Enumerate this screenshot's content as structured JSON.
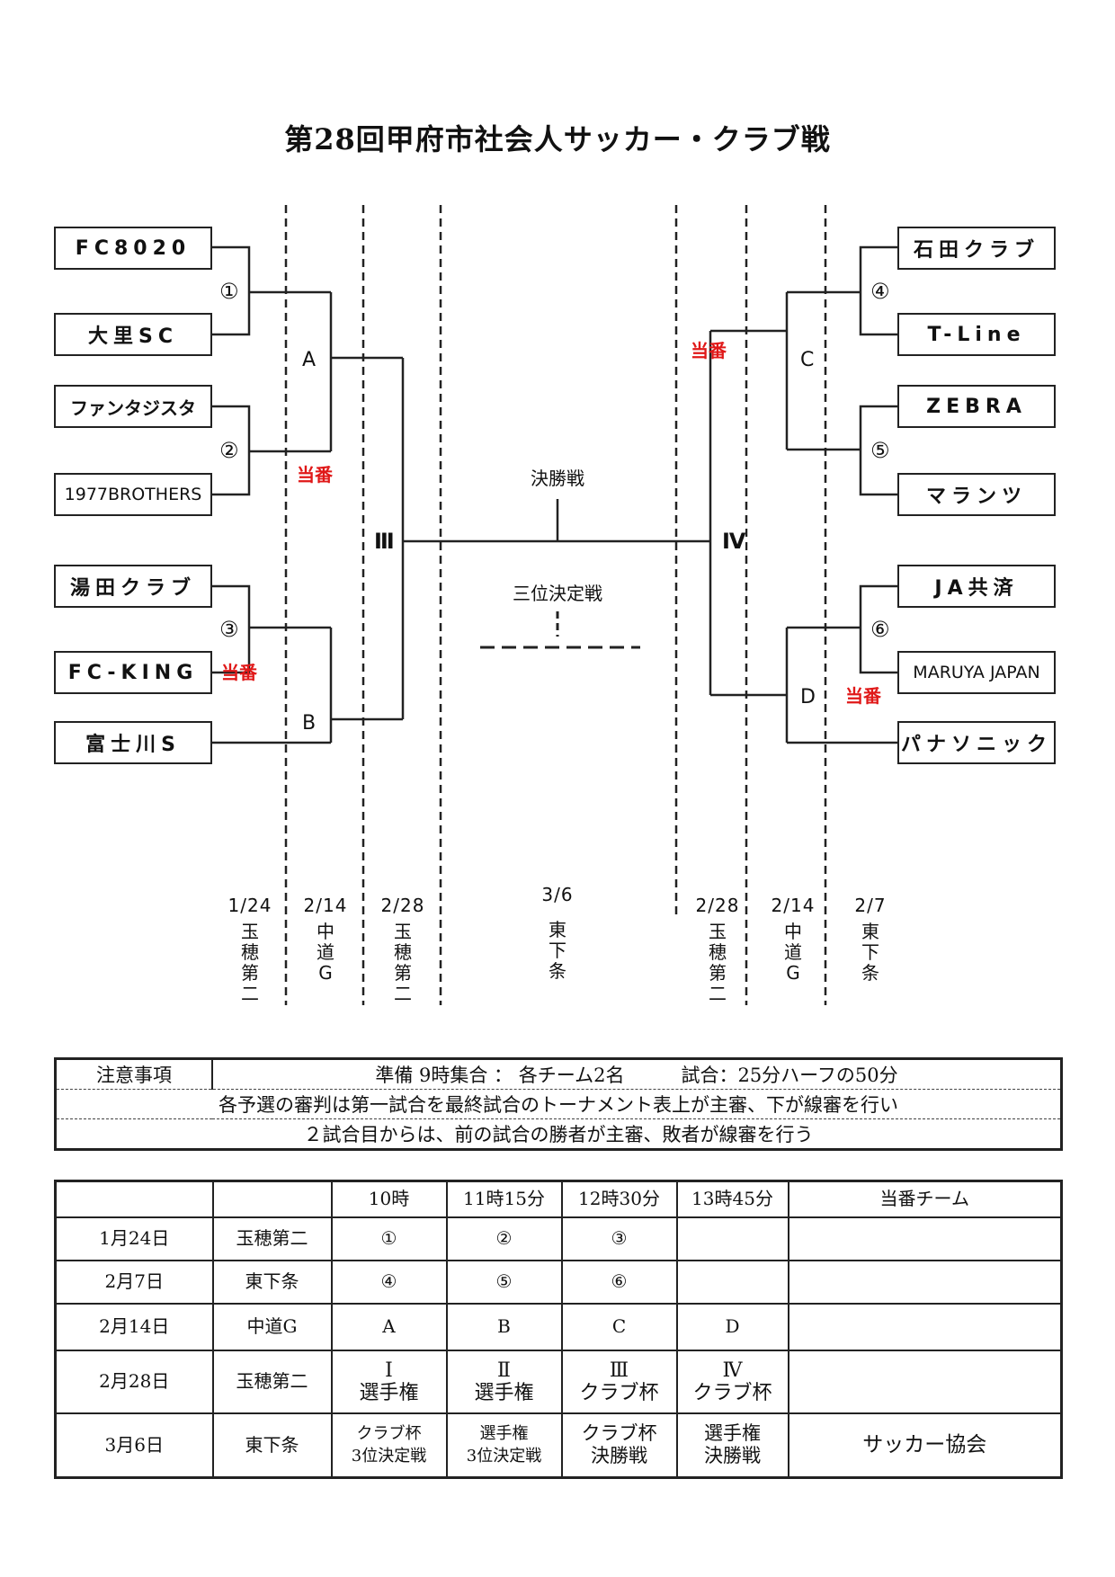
{
  "title": "第28回甲府市社会人サッカー・クラブ戦",
  "teams_left": [
    "FC8020",
    "大里SC",
    "ファンタジスタ",
    "1977BROTHERS",
    "湯田クラブ",
    "FC-KING",
    "富士川S"
  ],
  "teams_right": [
    "石田クラブ",
    "T-Line",
    "ZEBRA",
    "マランツ",
    "JA共済",
    "MARUYA JAPAN",
    "パナソニック"
  ],
  "match_marks": [
    "①",
    "②",
    "③",
    "④",
    "⑤",
    "⑥"
  ],
  "round_labels": {
    "A": "A",
    "B": "B",
    "C": "C",
    "D": "D",
    "III": "Ⅲ",
    "IV": "Ⅳ"
  },
  "duty_label": "当番",
  "final_label": "決勝戦",
  "third_place_label": "三位決定戦",
  "schedule_columns": [
    {
      "date": "1/24",
      "venue": "玉穂第二"
    },
    {
      "date": "2/14",
      "venue": "中道G"
    },
    {
      "date": "2/28",
      "venue": "玉穂第二"
    },
    {
      "date": "3/6",
      "venue": "東下条"
    },
    {
      "date": "2/28",
      "venue": "玉穂第二"
    },
    {
      "date": "2/14",
      "venue": "中道G"
    },
    {
      "date": "2/7",
      "venue": "東下条"
    }
  ],
  "notes": {
    "header": "注意事項",
    "line1": "準備 9時集合 ： 各チーム2名　　　試合：25分ハーフの50分",
    "line2": "各予選の審判は第一試合を最終試合のトーナメント表上が主審、下が線審を行い",
    "line3": "２試合目からは、前の試合の勝者が主審、敗者が線審を行う"
  },
  "schedule_table": {
    "headers": [
      "",
      "",
      "10時",
      "11時15分",
      "12時30分",
      "13時45分",
      "当番チーム"
    ],
    "rows": [
      [
        "1月24日",
        "玉穂第二",
        "①",
        "②",
        "③",
        "",
        ""
      ],
      [
        "2月7日",
        "東下条",
        "④",
        "⑤",
        "⑥",
        "",
        ""
      ],
      [
        "2月14日",
        "中道G",
        "A",
        "B",
        "C",
        "D",
        ""
      ],
      [
        "2月28日",
        "玉穂第二",
        "Ⅰ\n選手権",
        "Ⅱ\n選手権",
        "Ⅲ\nクラブ杯",
        "Ⅳ\nクラブ杯",
        ""
      ],
      [
        "3月6日",
        "東下条",
        "クラブ杯\n3位決定戦",
        "選手権\n3位決定戦",
        "クラブ杯\n決勝戦",
        "選手権\n決勝戦",
        "サッカー協会"
      ]
    ]
  }
}
